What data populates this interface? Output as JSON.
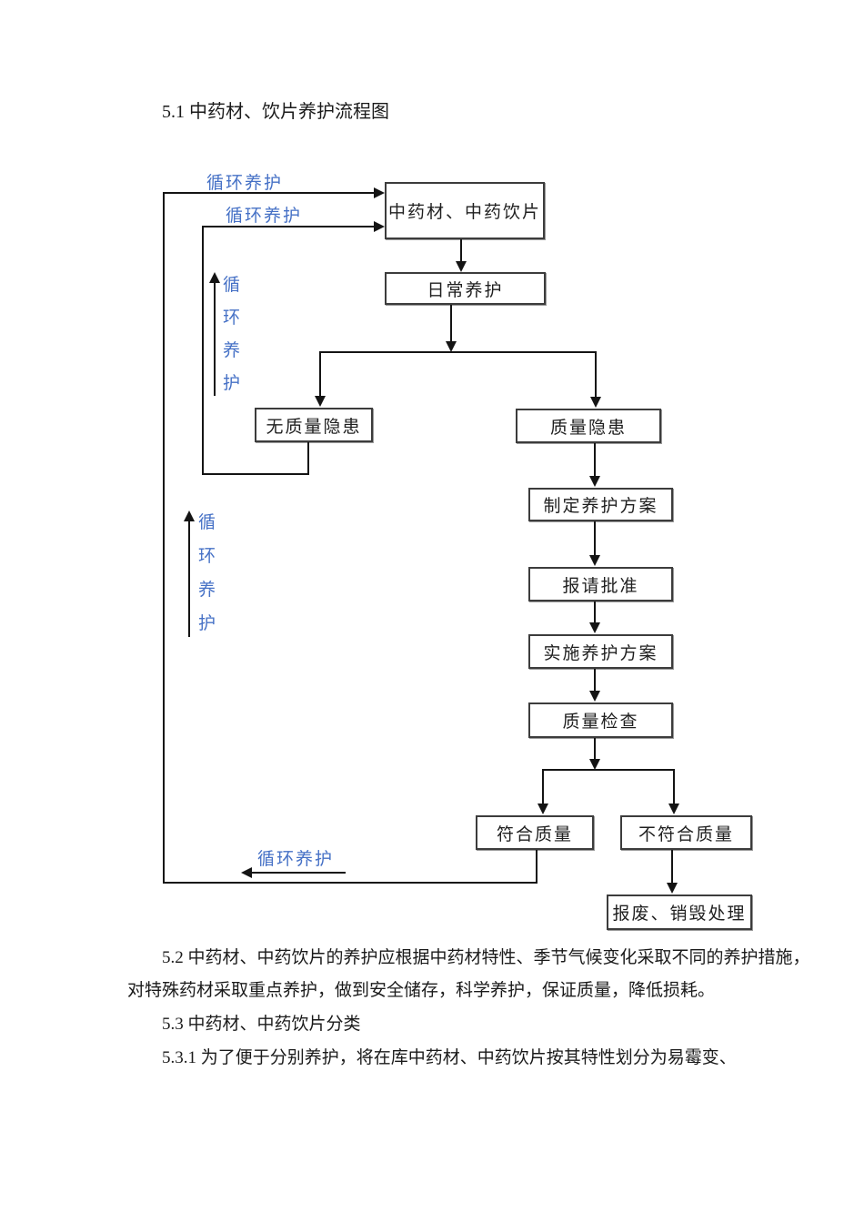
{
  "document": {
    "heading_5_1": "5.1 中药材、饮片养护流程图",
    "paragraphs": [
      {
        "text": "5.2 中药材、中药饮片的养护应根据中药材特性、季节气候变化采取不同的养护措施，"
      },
      {
        "text": "对特殊药材采取重点养护，做到安全储存，科学养护，保证质量，降低损耗。"
      },
      {
        "text": "5.3 中药材、中药饮片分类"
      },
      {
        "text": "5.3.1 为了便于分别养护，将在库中药材、中药饮片按其特性划分为易霉变、"
      }
    ]
  },
  "flowchart": {
    "accent_blue": "#4671c6",
    "line_color": "#141414",
    "nodes": [
      {
        "id": "materials",
        "label": "中药材、中药饮片"
      },
      {
        "id": "daily-care",
        "label": "日常养护"
      },
      {
        "id": "no-quality-risk",
        "label": "无质量隐患"
      },
      {
        "id": "quality-risk",
        "label": "质量隐患"
      },
      {
        "id": "make-care-plan",
        "label": "制定养护方案"
      },
      {
        "id": "request-approval",
        "label": "报请批准"
      },
      {
        "id": "implement-plan",
        "label": "实施养护方案"
      },
      {
        "id": "quality-inspection",
        "label": "质量检查"
      },
      {
        "id": "meets-quality",
        "label": "符合质量"
      },
      {
        "id": "fails-quality",
        "label": "不符合质量"
      },
      {
        "id": "scrap-destroy",
        "label": "报废、销毁处理"
      }
    ],
    "cycle_labels": [
      {
        "text": "循环养护",
        "orientation": "horizontal",
        "position": "top-outer"
      },
      {
        "text": "循环养护",
        "orientation": "horizontal",
        "position": "top-inner"
      },
      {
        "text": "循环养护",
        "orientation": "vertical",
        "position": "upper-left"
      },
      {
        "text": "循环养护",
        "orientation": "vertical",
        "position": "lower-left"
      },
      {
        "text": "循环养护",
        "orientation": "horizontal",
        "position": "bottom"
      }
    ]
  }
}
